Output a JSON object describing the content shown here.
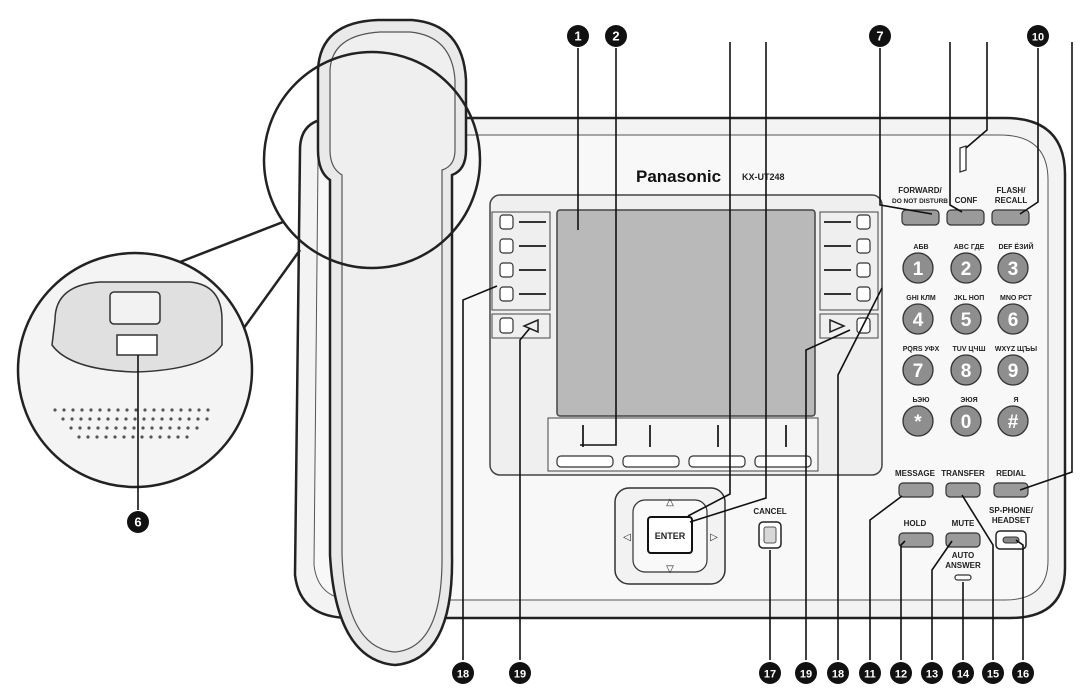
{
  "brand": "Panasonic",
  "model": "KX-UT248",
  "buttons": {
    "forward_line1": "FORWARD/",
    "forward_line2": "DO NOT DISTURB",
    "conf": "CONF",
    "flash_line1": "FLASH/",
    "flash_line2": "RECALL",
    "message": "MESSAGE",
    "transfer": "TRANSFER",
    "redial": "REDIAL",
    "hold": "HOLD",
    "mute": "MUTE",
    "sp_phone_line1": "SP-PHONE/",
    "sp_phone_line2": "HEADSET",
    "auto_answer_line1": "AUTO",
    "auto_answer_line2": "ANSWER",
    "cancel": "CANCEL",
    "enter": "ENTER"
  },
  "keypad": [
    {
      "digit": "1",
      "letters": "АБВ"
    },
    {
      "digit": "2",
      "letters": "ABC  ГДЕ"
    },
    {
      "digit": "3",
      "letters": "DEF  ЁЗИЙ"
    },
    {
      "digit": "4",
      "letters": "GHI  КЛМ"
    },
    {
      "digit": "5",
      "letters": "JKL  НОП"
    },
    {
      "digit": "6",
      "letters": "MNO  РСТ"
    },
    {
      "digit": "7",
      "letters": "PQRS  УФХ"
    },
    {
      "digit": "8",
      "letters": "TUV  ЦЧШ"
    },
    {
      "digit": "9",
      "letters": "WXYZ  ЩЪЫ"
    },
    {
      "digit": "*",
      "letters": "ЬЭЮ"
    },
    {
      "digit": "0",
      "letters": "ЭЮЯ"
    },
    {
      "digit": "#",
      "letters": "Я"
    }
  ],
  "callouts_top": [
    "1",
    "2",
    "7",
    "10"
  ],
  "callout_left": "6",
  "callouts_bottom": [
    "18",
    "19",
    "17",
    "19",
    "18",
    "11",
    "12",
    "13",
    "14",
    "15",
    "16"
  ]
}
